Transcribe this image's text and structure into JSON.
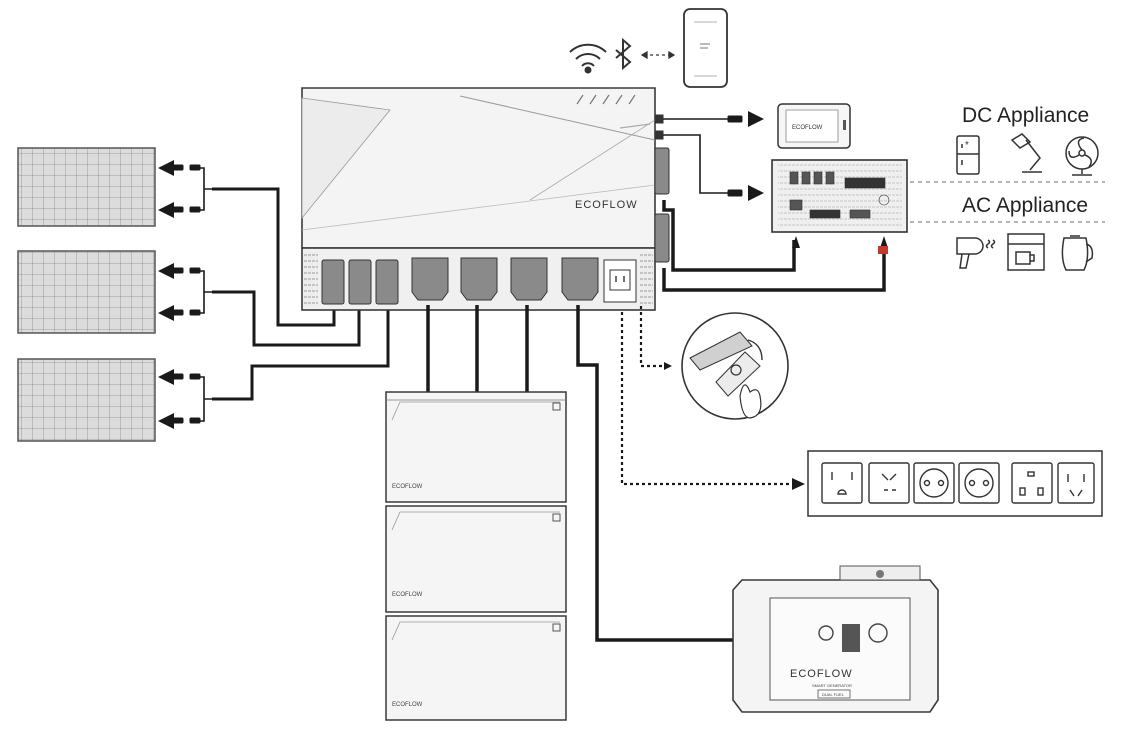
{
  "labels": {
    "dc_appliance": "DC Appliance",
    "ac_appliance": "AC Appliance"
  },
  "brand": {
    "logo": "ECOFLOW",
    "generator_subtitle": "SMART GENERATOR",
    "generator_fuel": "DUAL FUEL"
  },
  "icons": {
    "connectivity": [
      "wifi-icon",
      "bluetooth-icon",
      "phone-icon"
    ],
    "dc_appliances": [
      "fridge-icon",
      "lamp-icon",
      "fan-icon"
    ],
    "ac_appliances": [
      "hair-dryer-icon",
      "coffee-maker-icon",
      "kettle-icon"
    ],
    "outlets": [
      "outlet-us-icon",
      "outlet-universal-icon",
      "outlet-iec-icon",
      "outlet-schuko-icon",
      "outlet-uk-icon",
      "outlet-au-icon"
    ]
  },
  "colors": {
    "line": "#1a1a1a",
    "stroke": "#3a3a3a",
    "fill": "#f3f3f3",
    "panel_fill": "#d8d8d8"
  }
}
